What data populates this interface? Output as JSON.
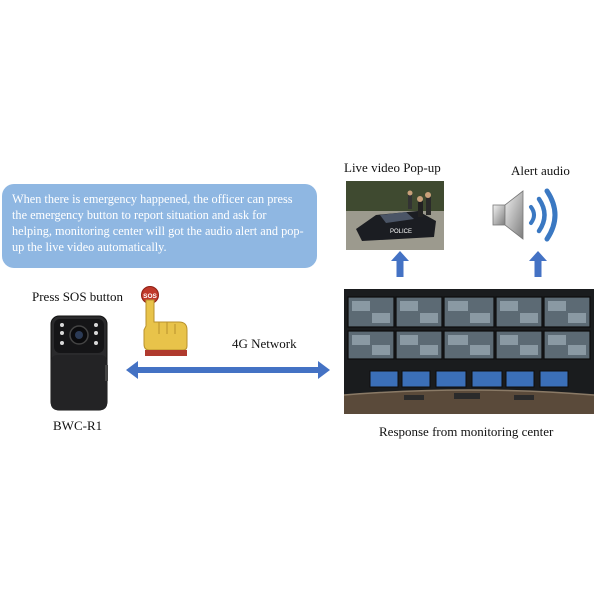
{
  "info_text": "When there is emergency happened, the officer can press the emergency button to report situation and ask for helping, monitoring center will got the audio alert and pop-up the live video automatically.",
  "labels": {
    "live_video": "Live video Pop-up",
    "alert_audio": "Alert audio",
    "press_sos": "Press SOS  button",
    "network": "4G Network",
    "device": "BWC-R1",
    "response": "Response from monitoring center"
  },
  "sos_button_text": "SOS",
  "police_text": "POLICE",
  "colors": {
    "bubble": "#8fb7e2",
    "arrow": "#4472c4",
    "sos_red": "#c0392b",
    "hand": "#e8c34a"
  },
  "icons": {
    "speaker": "speaker-icon",
    "hand": "pointing-hand-icon"
  }
}
